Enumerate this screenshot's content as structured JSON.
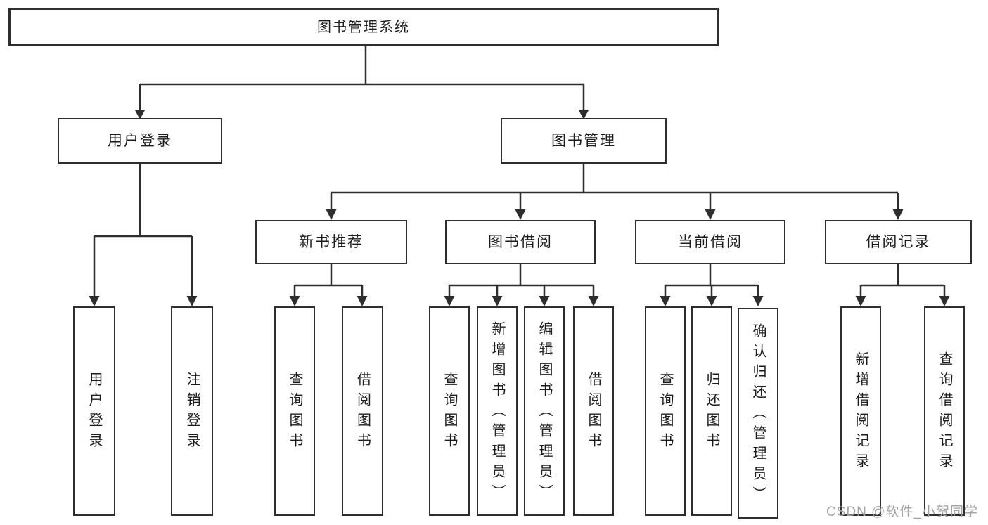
{
  "diagram": {
    "root": {
      "label": "图书管理系统"
    },
    "branches": [
      {
        "label": "用户登录",
        "children": [
          {
            "label": "用户登录"
          },
          {
            "label": "注销登录"
          }
        ]
      },
      {
        "label": "图书管理",
        "children": [
          {
            "label": "新书推荐",
            "children": [
              {
                "label": "查询图书"
              },
              {
                "label": "借阅图书"
              }
            ]
          },
          {
            "label": "图书借阅",
            "children": [
              {
                "label": "查询图书"
              },
              {
                "label": "新增图书（管理员）"
              },
              {
                "label": "编辑图书（管理员）"
              },
              {
                "label": "借阅图书"
              }
            ]
          },
          {
            "label": "当前借阅",
            "children": [
              {
                "label": "查询图书"
              },
              {
                "label": "归还图书"
              },
              {
                "label": "确认归还（管理员）"
              }
            ]
          },
          {
            "label": "借阅记录",
            "children": [
              {
                "label": "新增借阅记录"
              },
              {
                "label": "查询借阅记录"
              }
            ]
          }
        ]
      }
    ]
  },
  "watermark": {
    "text": "CSDN @软件_小贺同学"
  },
  "colors": {
    "line": "#2e2e2e",
    "text": "#1c1c1c",
    "background": "#ffffff",
    "watermark": "#a3a3a3"
  }
}
